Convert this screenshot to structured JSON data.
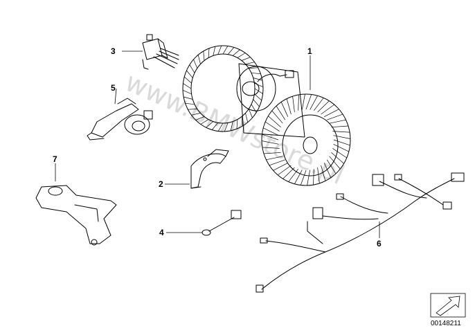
{
  "diagram": {
    "callouts": [
      {
        "id": "callout-1",
        "label": "1"
      },
      {
        "id": "callout-2",
        "label": "2"
      },
      {
        "id": "callout-3",
        "label": "3"
      },
      {
        "id": "callout-4",
        "label": "4"
      },
      {
        "id": "callout-5",
        "label": "5"
      },
      {
        "id": "callout-6",
        "label": "6"
      },
      {
        "id": "callout-7",
        "label": "7"
      }
    ],
    "watermark": "www.BMWstore.pl",
    "reference_number": "00148211"
  }
}
